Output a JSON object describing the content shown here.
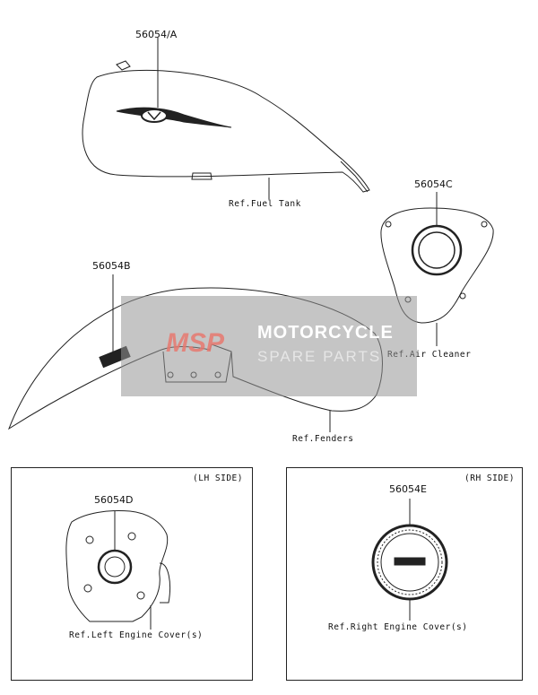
{
  "parts": {
    "fuel_tank": {
      "part_no": "56054/A",
      "ref": "Ref.Fuel Tank"
    },
    "fender": {
      "part_no": "56054B",
      "ref": "Ref.Fenders"
    },
    "air_cleaner": {
      "part_no": "56054C",
      "ref": "Ref.Air Cleaner"
    },
    "left_cover": {
      "part_no": "56054D",
      "ref": "Ref.Left Engine Cover(s)",
      "side": "(LH SIDE)"
    },
    "right_cover": {
      "part_no": "56054E",
      "ref": "Ref.Right Engine Cover(s)",
      "side": "(RH SIDE)"
    }
  },
  "watermark": {
    "logo": "MSP",
    "title": "MOTORCYCLE",
    "subtitle": "SPARE PARTS"
  },
  "colors": {
    "line": "#222222",
    "watermark": "#9a9a9a",
    "logo_accent": "#e07a6e"
  }
}
